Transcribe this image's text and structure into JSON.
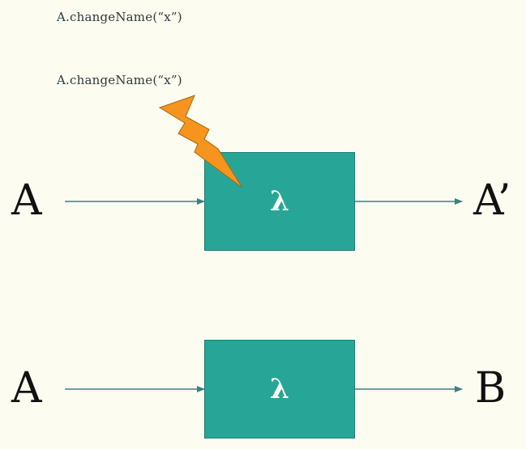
{
  "annotations": {
    "code_top": "A.changeName(“x”)",
    "code_mid": "A.changeName(“x”)"
  },
  "row1": {
    "input": "A",
    "function": "λ",
    "output": "A’"
  },
  "row2": {
    "input": "A",
    "function": "λ",
    "output": "B"
  },
  "colors": {
    "background": "#fdfcf0",
    "box": "#27a697",
    "arrow": "#3f7f83",
    "bolt": "#f7941d"
  },
  "icons": {
    "side_effect": "lightning-bolt-icon"
  }
}
